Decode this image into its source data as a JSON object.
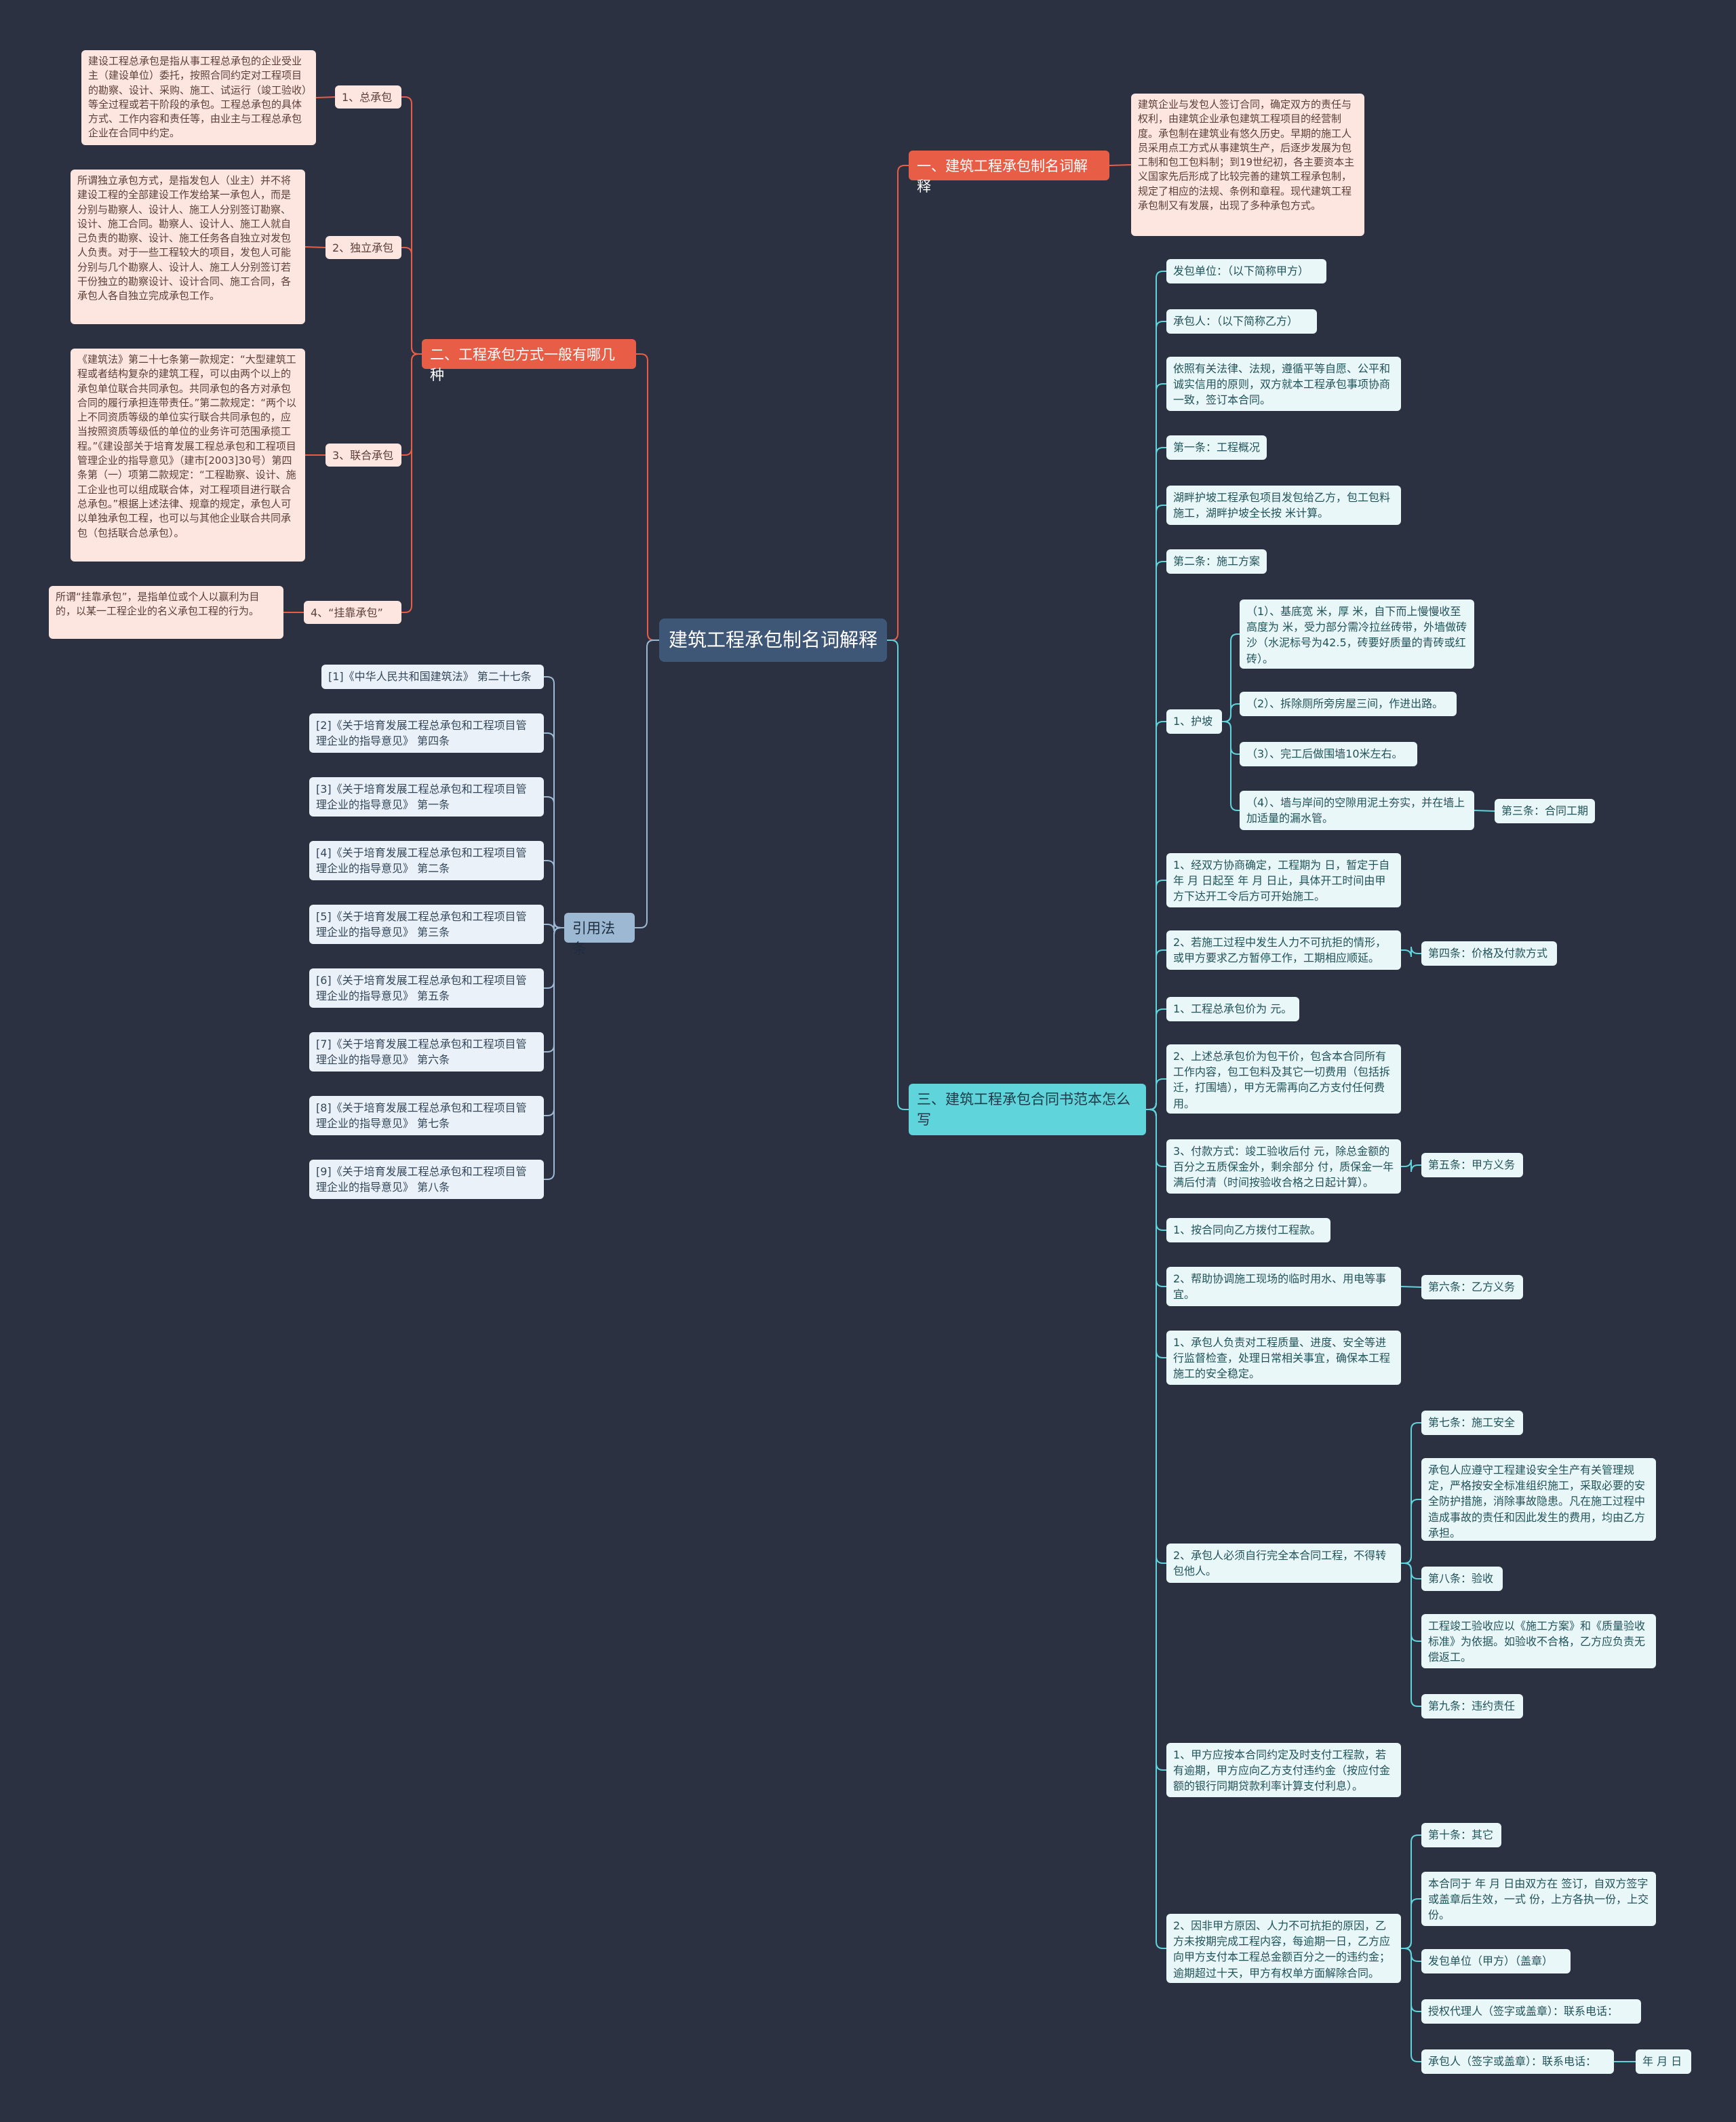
{
  "colors": {
    "background": "#2b3141",
    "root": "#3f5777",
    "orange": "#e85d46",
    "cyan": "#5fd4da",
    "grey": "#9db8d3"
  },
  "mindmap": {
    "root": "建筑工程承包制名词解释",
    "section1": {
      "title": "一、建筑工程承包制名词解释",
      "text": "建筑企业与发包人签订合同，确定双方的责任与权利，由建筑企业承包建筑工程项目的经营制度。承包制在建筑业有悠久历史。早期的施工人员采用点工方式从事建筑生产，后逐步发展为包工制和包工包料制；到19世纪初，各主要资本主义国家先后形成了比较完善的建筑工程承包制，规定了相应的法规、条例和章程。现代建筑工程承包制又有发展，出现了多种承包方式。"
    },
    "section2": {
      "title": "二、工程承包方式一般有哪几种",
      "items": [
        {
          "label": "1、总承包",
          "text": "建设工程总承包是指从事工程总承包的企业受业主（建设单位）委托，按照合同约定对工程项目的勘察、设计、采购、施工、试运行（竣工验收）等全过程或若干阶段的承包。工程总承包的具体方式、工作内容和责任等，由业主与工程总承包企业在合同中约定。"
        },
        {
          "label": "2、独立承包",
          "text": "所谓独立承包方式，是指发包人（业主）并不将建设工程的全部建设工作发给某一承包人，而是分别与勘察人、设计人、施工人分别签订勘察、设计、施工合同。勘察人、设计人、施工人就自己负责的勘察、设计、施工任务各自独立对发包人负责。对于一些工程较大的项目，发包人可能分别与几个勘察人、设计人、施工人分别签订若干份独立的勘察设计、设计合同、施工合同，各承包人各自独立完成承包工作。"
        },
        {
          "label": "3、联合承包",
          "text": "《建筑法》第二十七条第一款规定：“大型建筑工程或者结构复杂的建筑工程，可以由两个以上的承包单位联合共同承包。共同承包的各方对承包合同的履行承担连带责任。”第二款规定：“两个以上不同资质等级的单位实行联合共同承包的，应当按照资质等级低的单位的业务许可范围承揽工程。”《建设部关于培育发展工程总承包和工程项目管理企业的指导意见》（建市[2003]30号）第四条第（一）项第二款规定：“工程勘察、设计、施工企业也可以组成联合体，对工程项目进行联合总承包。”根据上述法律、规章的规定，承包人可以单独承包工程，也可以与其他企业联合共同承包（包括联合总承包）。"
        },
        {
          "label": "4、“挂靠承包”",
          "text": "所谓“挂靠承包”，是指单位或个人以赢利为目的，以某一工程企业的名义承包工程的行为。"
        }
      ]
    },
    "section3": {
      "title": "三、建筑工程承包合同书范本怎么写",
      "n_fabao": "发包单位：（以下简称甲方）",
      "n_chengbao": "承包人：（以下简称乙方）",
      "n_intro": "依照有关法律、法规，遵循平等自愿、公平和诚实信用的原则，双方就本工程承包事项协商一致，签订本合同。",
      "n_art1": "第一条：工程概况",
      "n_art1_text": "湖畔护坡工程承包项目发包给乙方，包工包料施工，湖畔护坡全长按 米计算。",
      "n_art2": "第二条：施工方案",
      "n_hupo": "1、护坡",
      "n_hupo1": "（1）、基底宽 米，厚 米，自下而上慢慢收至高度为 米，受力部分需冷拉丝砖带，外墙做砖沙（水泥标号为42.5，砖要好质量的青砖或红砖）。",
      "n_hupo2": "（2）、拆除厕所旁房屋三间，作进出路。",
      "n_hupo3": "（3）、完工后做围墙10米左右。",
      "n_hupo4": "（4）、墙与岸间的空隙用泥土夯实，并在墙上加适量的漏水管。",
      "n_art3": "第三条：合同工期",
      "n_period1": "1、经双方协商确定，工程期为 日，暂定于自 年 月 日起至 年 月 日止，具体开工时间由甲方下达开工令后方可开始施工。",
      "n_period2": "2、若施工过程中发生人力不可抗拒的情形，或甲方要求乙方暂停工作，工期相应顺延。",
      "n_art4": "第四条：价格及付款方式",
      "n_price1": "1、工程总承包价为 元。",
      "n_price2": "2、上述总承包价为包干价，包含本合同所有工作内容，包工包料及其它一切费用（包括拆迁，打围墙），甲方无需再向乙方支付任何费用。",
      "n_price3": "3、付款方式：竣工验收后付 元，除总金额的百分之五质保金外，剩余部分 付，质保金一年满后付清（时间按验收合格之日起计算）。",
      "n_art5": "第五条：甲方义务",
      "n_jia1": "1、按合同向乙方拨付工程款。",
      "n_jia2": "2、帮助协调施工现场的临时用水、用电等事宜。",
      "n_art6": "第六条：乙方义务",
      "n_yi1": "1、承包人负责对工程质量、进度、安全等进行监督检查，处理日常相关事宜，确保本工程施工的安全稳定。",
      "n_yi2": "2、承包人必须自行完全本合同工程，不得转包他人。",
      "n_art7": "第七条：施工安全",
      "n_art7_text": "承包人应遵守工程建设安全生产有关管理规定，严格按安全标准组织施工，采取必要的安全防护措施，消除事故隐患。凡在施工过程中造成事故的责任和因此发生的费用，均由乙方承担。",
      "n_art8": "第八条：验收",
      "n_art8_text": "工程竣工验收应以《施工方案》和《质量验收标准》为依据。如验收不合格，乙方应负责无偿返工。",
      "n_art9": "第九条：违约责任",
      "n_wy1": "1、甲方应按本合同约定及时支付工程款，若有逾期，甲方应向乙方支付违约金（按应付金额的银行同期贷款利率计算支付利息）。",
      "n_wy2": "2、因非甲方原因、人力不可抗拒的原因，乙方未按期完成工程内容，每逾期一日，乙方应向甲方支付本工程总金额百分之一的违约金；逾期超过十天，甲方有权单方面解除合同。",
      "n_art10": "第十条：其它",
      "n_art10_text": "本合同于 年 月 日由双方在 签订，自双方签字或盖章后生效，一式 份，上方各执一份，上交 份。",
      "n_sign1": "发包单位（甲方）（盖章）",
      "n_sign2": "授权代理人（签字或盖章）：联系电话：",
      "n_sign3": "承包人（签字或盖章）：联系电话：",
      "n_date": "年 月 日"
    },
    "refs": {
      "title": "引用法条",
      "items": [
        "[1]《中华人民共和国建筑法》 第二十七条",
        "[2]《关于培育发展工程总承包和工程项目管理企业的指导意见》 第四条",
        "[3]《关于培育发展工程总承包和工程项目管理企业的指导意见》 第一条",
        "[4]《关于培育发展工程总承包和工程项目管理企业的指导意见》 第二条",
        "[5]《关于培育发展工程总承包和工程项目管理企业的指导意见》 第三条",
        "[6]《关于培育发展工程总承包和工程项目管理企业的指导意见》 第五条",
        "[7]《关于培育发展工程总承包和工程项目管理企业的指导意见》 第六条",
        "[8]《关于培育发展工程总承包和工程项目管理企业的指导意见》 第七条",
        "[9]《关于培育发展工程总承包和工程项目管理企业的指导意见》 第八条"
      ]
    }
  }
}
